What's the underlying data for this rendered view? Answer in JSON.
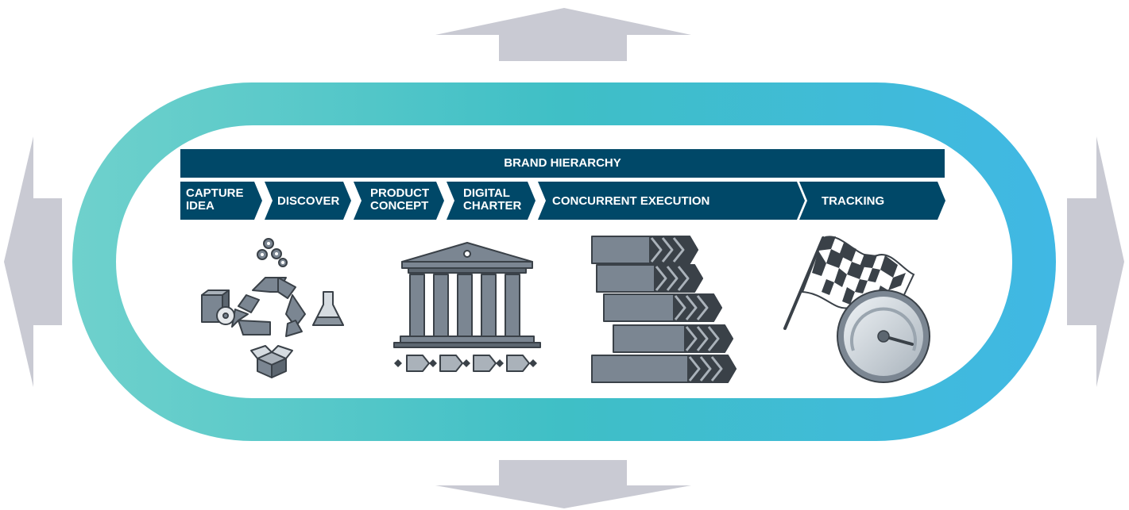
{
  "header": {
    "title": "BRAND HIERARCHY"
  },
  "stages": [
    {
      "label": "CAPTURE\nIDEA"
    },
    {
      "label": "DISCOVER"
    },
    {
      "label": "PRODUCT\nCONCEPT"
    },
    {
      "label": "DIGITAL\nCHARTER"
    },
    {
      "label": "CONCURRENT EXECUTION"
    },
    {
      "label": "TRACKING"
    }
  ],
  "icons": [
    "recycle-cycle-icon",
    "pillars-process-icon",
    "stacked-arrows-icon",
    "checkered-flag-gauge-icon"
  ],
  "colors": {
    "navy": "#004868",
    "ring_start": "#6dd0cc",
    "ring_mid": "#3fbfc6",
    "ring_end": "#3fb9e2",
    "arrow_gray": "#c9cad3",
    "icon_gray": "#7b8692",
    "icon_dark": "#3a4148"
  }
}
